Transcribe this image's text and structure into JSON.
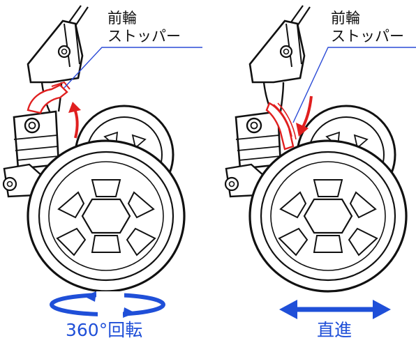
{
  "panels": [
    {
      "label_line1": "前輪",
      "label_line2": "ストッパー",
      "caption": "360°回転",
      "mode": "swivel",
      "stopper_state": "unlocked"
    },
    {
      "label_line1": "前輪",
      "label_line2": "ストッパー",
      "caption": "直進",
      "mode": "straight",
      "stopper_state": "locked"
    }
  ],
  "colors": {
    "outline": "#111111",
    "stopper_red": "#e01f1f",
    "arrow_blue": "#1f4fd8",
    "leader_line": "#2b4bd6"
  }
}
